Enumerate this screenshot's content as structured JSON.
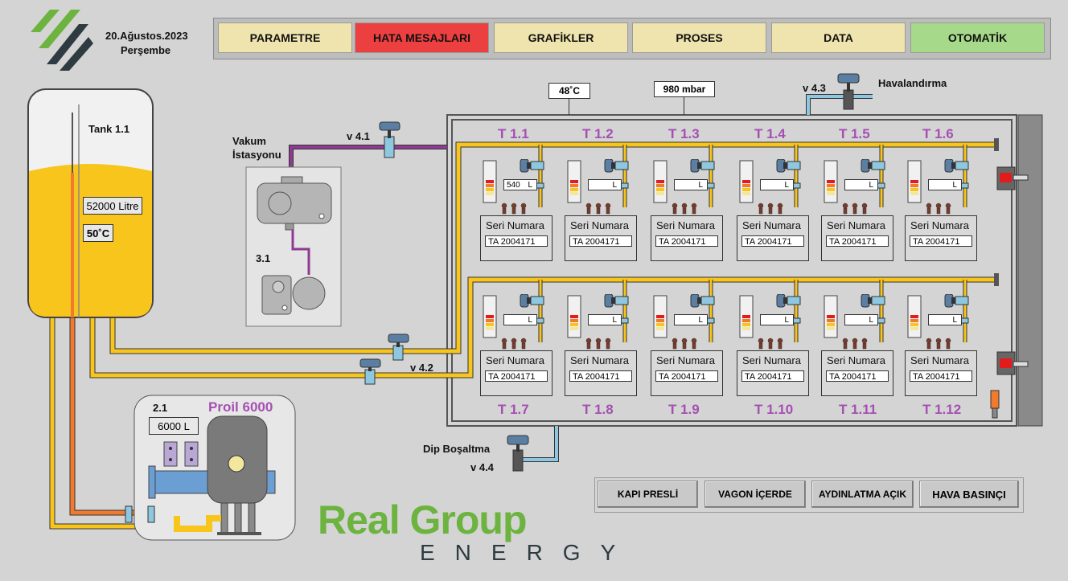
{
  "header": {
    "date": "20.Ağustos.2023",
    "day": "Perşembe"
  },
  "nav": [
    {
      "label": "PARAMETRE",
      "color": "#efe4ad"
    },
    {
      "label": "HATA MESAJLARI",
      "color": "#ec4040"
    },
    {
      "label": "GRAFİKLER",
      "color": "#efe4ad"
    },
    {
      "label": "PROSES",
      "color": "#efe4ad"
    },
    {
      "label": "DATA",
      "color": "#efe4ad"
    },
    {
      "label": "OTOMATİK",
      "color": "#a7d98a"
    }
  ],
  "tank": {
    "name": "Tank 1.1",
    "volume": "52000 Litre",
    "temp": "50˚C"
  },
  "vacuum": {
    "label_line1": "Vakum",
    "label_line2": "İstasyonu",
    "id": "3.1"
  },
  "valves": {
    "v41": "v 4.1",
    "v42": "v 4.2",
    "v43": "v 4.3",
    "v44": "v 4.4"
  },
  "readouts": {
    "temperature": "48˚C",
    "pressure": "980 mbar"
  },
  "vent_label": "Havalandırma",
  "drain_label": "Dip Boşaltma",
  "proil": {
    "id": "2.1",
    "name": "Proil 6000",
    "volume": "6000 L"
  },
  "cells": {
    "top": [
      {
        "label": "T 1.1",
        "liters": "540",
        "unit": "L",
        "serial_label": "Seri Numara",
        "serial": "TA 2004171"
      },
      {
        "label": "T 1.2",
        "liters": "",
        "unit": "L",
        "serial_label": "Seri Numara",
        "serial": "TA 2004171"
      },
      {
        "label": "T 1.3",
        "liters": "",
        "unit": "L",
        "serial_label": "Seri Numara",
        "serial": "TA 2004171"
      },
      {
        "label": "T 1.4",
        "liters": "",
        "unit": "L",
        "serial_label": "Seri Numara",
        "serial": "TA 2004171"
      },
      {
        "label": "T 1.5",
        "liters": "",
        "unit": "L",
        "serial_label": "Seri Numara",
        "serial": "TA 2004171"
      },
      {
        "label": "T 1.6",
        "liters": "",
        "unit": "L",
        "serial_label": "Seri Numara",
        "serial": "TA 2004171"
      }
    ],
    "bottom": [
      {
        "label": "T 1.7",
        "liters": "",
        "unit": "L",
        "serial_label": "Seri Numara",
        "serial": "TA 2004171"
      },
      {
        "label": "T 1.8",
        "liters": "",
        "unit": "L",
        "serial_label": "Seri Numara",
        "serial": "TA 2004171"
      },
      {
        "label": "T 1.9",
        "liters": "",
        "unit": "L",
        "serial_label": "Seri Numara",
        "serial": "TA 2004171"
      },
      {
        "label": "T 1.10",
        "liters": "",
        "unit": "L",
        "serial_label": "Seri Numara",
        "serial": "TA 2004171"
      },
      {
        "label": "T 1.11",
        "liters": "",
        "unit": "L",
        "serial_label": "Seri Numara",
        "serial": "TA 2004171"
      },
      {
        "label": "T 1.12",
        "liters": "",
        "unit": "L",
        "serial_label": "Seri Numara",
        "serial": "TA 2004171"
      }
    ]
  },
  "status_buttons": [
    "KAPI PRESLİ",
    "VAGON İÇERDE",
    "AYDINLATMA AÇIK",
    "HAVA BASINÇI"
  ],
  "brand": {
    "name": "Real Group",
    "sub": "ENERGY"
  },
  "colors": {
    "oil": "#f8c51c",
    "hot": "#f07a2e",
    "vacuum_line": "#8e3a92",
    "air_line": "#8ec7e0",
    "brand_green": "#6db33f",
    "accent_purple": "#a64fb3"
  }
}
